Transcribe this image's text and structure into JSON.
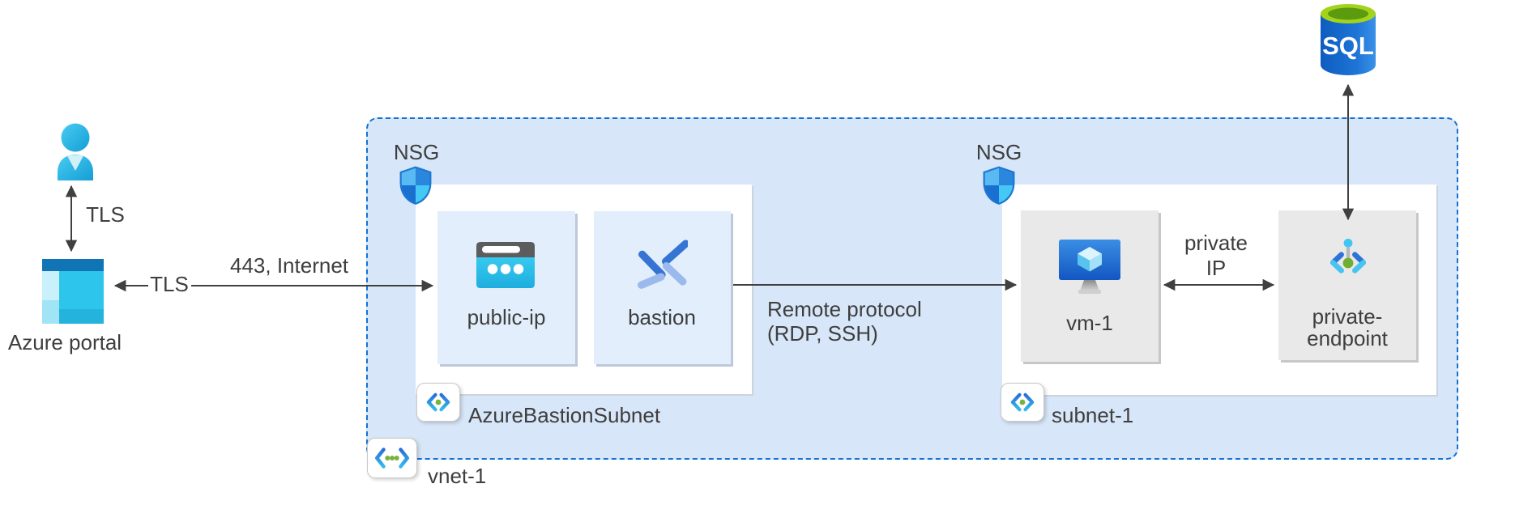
{
  "external": {
    "portal_label": "Azure portal",
    "sql_label": "SQL"
  },
  "arrows": {
    "user_portal_label": "TLS",
    "portal_publicip_label": "TLS",
    "portal_publicip_sublabel": "443, Internet",
    "bastion_vm_label_line1": "Remote protocol",
    "bastion_vm_label_line2": "(RDP, SSH)",
    "vm_pe_label_line1": "private",
    "vm_pe_label_line2": "IP"
  },
  "vnet": {
    "label": "vnet-1",
    "bastion_subnet": {
      "label": "AzureBastionSubnet",
      "nsg_label": "NSG",
      "public_ip_label": "public-ip",
      "bastion_label": "bastion"
    },
    "subnet1": {
      "label": "subnet-1",
      "nsg_label": "NSG",
      "vm_label": "vm-1",
      "private_endpoint_label_line1": "private-",
      "private_endpoint_label_line2": "endpoint"
    }
  },
  "colors": {
    "vnet_fill": "#d7e6f8",
    "vnet_border": "#1273d4",
    "card_blue": "#e2eefb",
    "card_grey": "#e9e9e9",
    "arrow": "#404040",
    "text": "#3e3e3e",
    "azure_cyan": "#2ec5ed",
    "azure_blue": "#1b6fd4",
    "sql_green": "#a4d31c"
  }
}
